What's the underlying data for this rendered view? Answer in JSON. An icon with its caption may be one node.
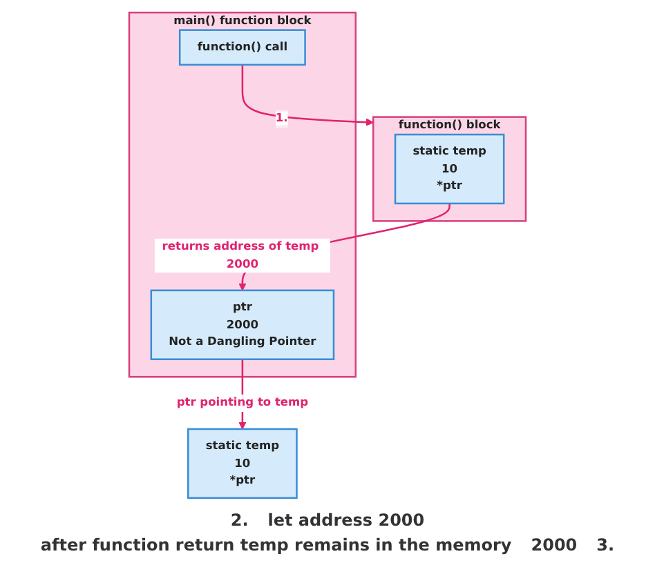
{
  "diagram": {
    "nodes": [
      {
        "text": [
          "main() function block"
        ]
      },
      {
        "text": [
          "function() call"
        ],
        "in": 0
      },
      {
        "text": [
          "ptr",
          "2000",
          "Not a Dangling Pointer"
        ],
        "in": 0
      },
      {
        "text": [
          "function() block"
        ]
      },
      {
        "text": [
          "static temp",
          "10",
          "*ptr"
        ],
        "in": 3
      },
      {
        "text": [
          "static temp",
          "10",
          "*ptr"
        ]
      }
    ],
    "edges": [
      {
        "from": 1,
        "to": 3,
        "arrow": "to",
        "label": "1."
      },
      {
        "from": 4,
        "to": 2,
        "arrow": "to",
        "label": "returns address of temp 2000"
      },
      {
        "from": 2,
        "to": 5,
        "arrow": "to",
        "label": "ptr pointing to temp"
      }
    ],
    "labels": [
      "2.",
      "let address 2000",
      "after function return temp remains in the memory",
      "2000",
      "3."
    ]
  }
}
